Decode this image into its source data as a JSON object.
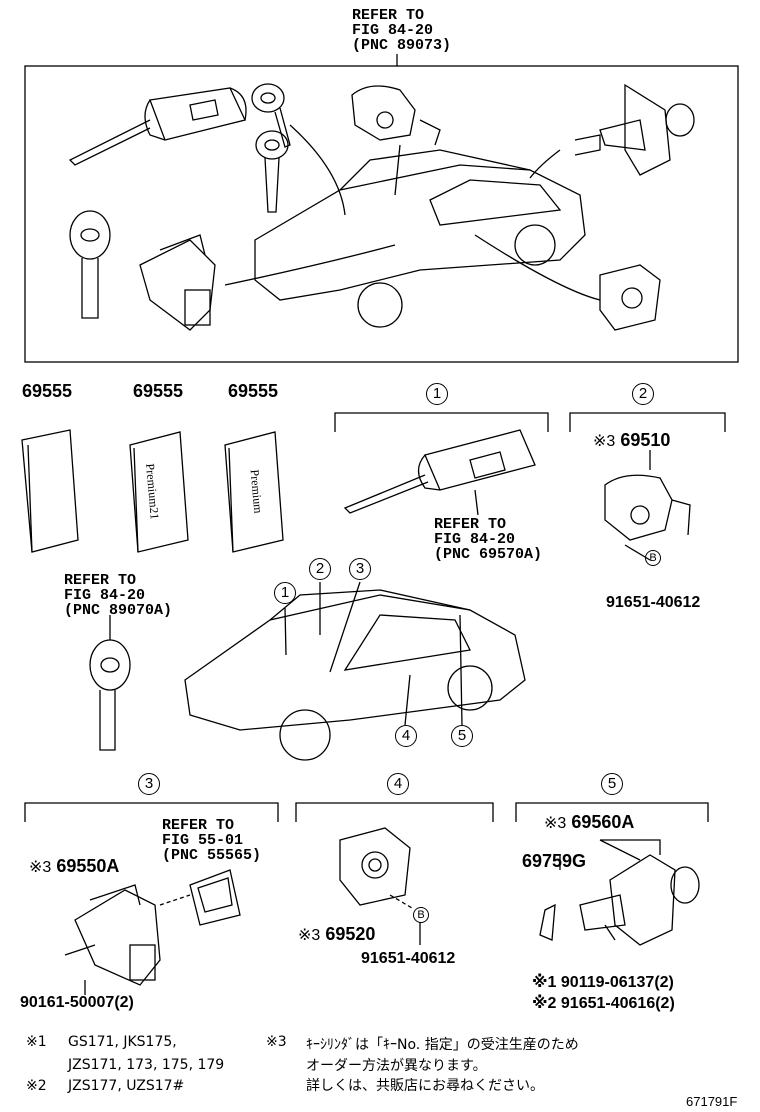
{
  "top_ref": {
    "line1": "REFER TO",
    "line2": "FIG 84-20",
    "line3": "(PNC 89073)"
  },
  "keys_row": [
    {
      "part": "69555"
    },
    {
      "part": "69555",
      "card_text": "Premium21"
    },
    {
      "part": "69555",
      "card_text": "Premium"
    }
  ],
  "group1": {
    "num": "1",
    "ref1": "REFER TO",
    "ref2": "FIG 84-20",
    "ref3": "(PNC 69570A)"
  },
  "group2": {
    "num": "2",
    "mark": "※3",
    "part": "69510",
    "bolt_tag": "B",
    "bolt": "91651-40612"
  },
  "left_ref": {
    "line1": "REFER TO",
    "line2": "FIG 84-20",
    "line3": "(PNC 89070A)"
  },
  "car_callouts": [
    "1",
    "2",
    "3",
    "4",
    "5"
  ],
  "group3": {
    "num": "3",
    "ref1": "REFER TO",
    "ref2": "FIG 55-01",
    "ref3": "(PNC 55565)",
    "mark": "※3",
    "part": "69550A",
    "screw": "90161-50007(2)"
  },
  "group4": {
    "num": "4",
    "mark": "※3",
    "part": "69520",
    "bolt_tag": "B",
    "bolt": "91651-40612"
  },
  "group5": {
    "num": "5",
    "mark": "※3",
    "part": "69560A",
    "part2": "69759G",
    "fastener1": "※1  90119-06137(2)",
    "fastener2": "※2  91651-40616(2)"
  },
  "notes": {
    "n1_mark": "※1",
    "n1_line1": "GS171, JKS175,",
    "n1_line2": "JZS171, 173, 175, 179",
    "n2_mark": "※2",
    "n2_line1": "JZS177, UZS17#",
    "n3_mark": "※3",
    "n3_line1": "ｷｰｼﾘﾝﾀﾞは「ｷｰNo. 指定」の受注生産のため",
    "n3_line2": "オーダー方法が異なります。",
    "n3_line3": "詳しくは、共販店にお尋ねください。"
  },
  "figure_id": "671791F"
}
